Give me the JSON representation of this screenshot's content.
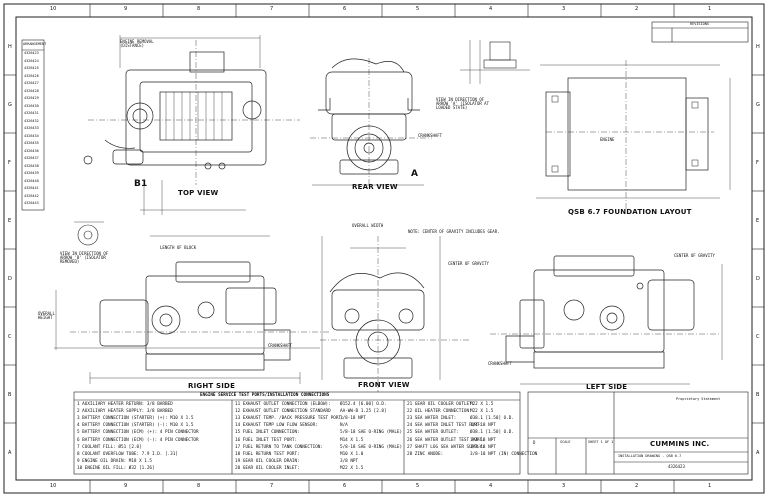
{
  "drawing": {
    "views": {
      "top": "TOP VIEW",
      "rear": "REAR VIEW",
      "right": "RIGHT SIDE",
      "front": "FRONT VIEW",
      "left": "LEFT SIDE",
      "foundation": "QSB 6.7 FOUNDATION LAYOUT"
    },
    "zones_top": [
      "10",
      "9",
      "8",
      "7",
      "6",
      "5",
      "4",
      "3",
      "2",
      "1"
    ],
    "zones_side": [
      "H",
      "G",
      "F",
      "E",
      "D",
      "C",
      "B",
      "A"
    ],
    "notes": {
      "cg_note": "NOTE: CENTER OF GRAVITY INCLUDES GEAR.",
      "cg": "CENTER OF GRAVITY",
      "crankshaft": "CRANKSHAFT",
      "engine": "ENGINE",
      "view_arrow": "VIEW IN DIRECTION OF ARROW 'A' (ISOLATOR AT LOADED STATE)",
      "view_arrow_b": "VIEW IN DIRECTION OF ARROW 'B' (ISOLATOR REMOVED)",
      "eng_access": "ENGINE REMOVAL (DISTANCE)",
      "length": "LENGTH OF BLOCK",
      "overall_width": "OVERALL WIDTH",
      "overall_height": "OVERALL HEIGHT",
      "label_a": "A",
      "label_b": "B",
      "label_b1": "B1"
    },
    "legend": {
      "header": "ENGINE SERVICE TEST PORTS/INSTALLATION CONNECTIONS",
      "col1": [
        "1 AUXILIARY HEATER RETURN:      3/8 BARBED",
        "2 AUXILIARY HEATER SUPPLY:      3/8 BARBED",
        "3 BATTERY CONNECTION (STARTER) (+):  M10 X 1.5",
        "4 BATTERY CONNECTION (STARTER) (-):  M10 X 1.5",
        "5 BATTERY CONNECTION (ECM) (+):  4 PIN CONNECTOR",
        "6 BATTERY CONNECTION (ECM) (-):  4 PIN CONNECTOR",
        "7 COOLANT FILL:                 Ø51 [2.0]",
        "8 COOLANT OVERFLOW TUBE:        7.9 I.D. [.31]",
        "9 ENGINE OIL DRAIN:             M18 X 1.5",
        "10 ENGINE OIL FILL:             Ø32 [1.26]"
      ],
      "col2": [
        "11 EXHAUST OUTLET CONNECTION (ELBOW):",
        "12 EXHAUST OUTLET CONNECTION STANDARD",
        "13 EXHAUST TEMP. /BACK PRESSURE TEST PORT:",
        "14 EXHAUST TEMP LOW FLOW SENSOR:",
        "15 FUEL INLET CONNECTION:",
        "16 FUEL INLET TEST PORT:",
        "17 FUEL RETURN TO TANK CONNECTION:",
        "18 FUEL RETURN TEST PORT:",
        "19 GEAR OIL COOLER DRAIN:",
        "20 GEAR OIL COOLER INLET:"
      ],
      "col3": [
        "Ø152.4 [6.00] O.D.",
        "AA-WW-B 1.25 [2.8]",
        "1/8-18 NPT",
        "N/A",
        "5/8-18 SAE O-RING (MALE)",
        "M14 X 1.5",
        "5/8-18 SAE O-RING (MALE)",
        "M10 X 1.0",
        "3/8 NPT",
        "M22 X 1.5"
      ],
      "col4": [
        "21 GEAR OIL COOLER OUTLET:",
        "22 OIL HEATER CONNECTION:",
        "23 SEA WATER INLET:",
        "24 SEA WATER INLET TEST PORT:",
        "25 SEA WATER OUTLET:",
        "26 SEA WATER OUTLET TEST PORT:",
        "27 SHAFT LOG SEA WATER SUPPLY:",
        "28 ZINC ANODE:"
      ],
      "col5": [
        "M22 X 1.5",
        "M22 X 1.5",
        "Ø38.1 [1.50] O.D.",
        "1/4-18 NPT",
        "Ø38.1 [1.50] O.D.",
        "1/4-18 NPT",
        "1/2-18 NPT",
        "3/8-18 NPT (IN) CONNECTION"
      ]
    },
    "title_block": {
      "company": "CUMMINS INC.",
      "proprietary": "Proprietary Statement",
      "doc_number": "4326423",
      "description": "INSTALLATION DRAWING - QSB 6.7",
      "size": "D",
      "scale_label": "SCALE",
      "sheet": "SHEET 1 OF 1"
    },
    "revisions": {
      "header": "REVISIONS",
      "left_stack_header": "ARRANGEMENT",
      "left_stack_items": [
        "4326423",
        "4326424",
        "4326425",
        "4326426",
        "4326427",
        "4326428",
        "4326429",
        "4326430",
        "4326431",
        "4326432",
        "4326433",
        "4326434",
        "4326435",
        "4326436",
        "4326437",
        "4326438",
        "4326439",
        "4326440",
        "4326441",
        "4326442",
        "4326443"
      ]
    }
  }
}
